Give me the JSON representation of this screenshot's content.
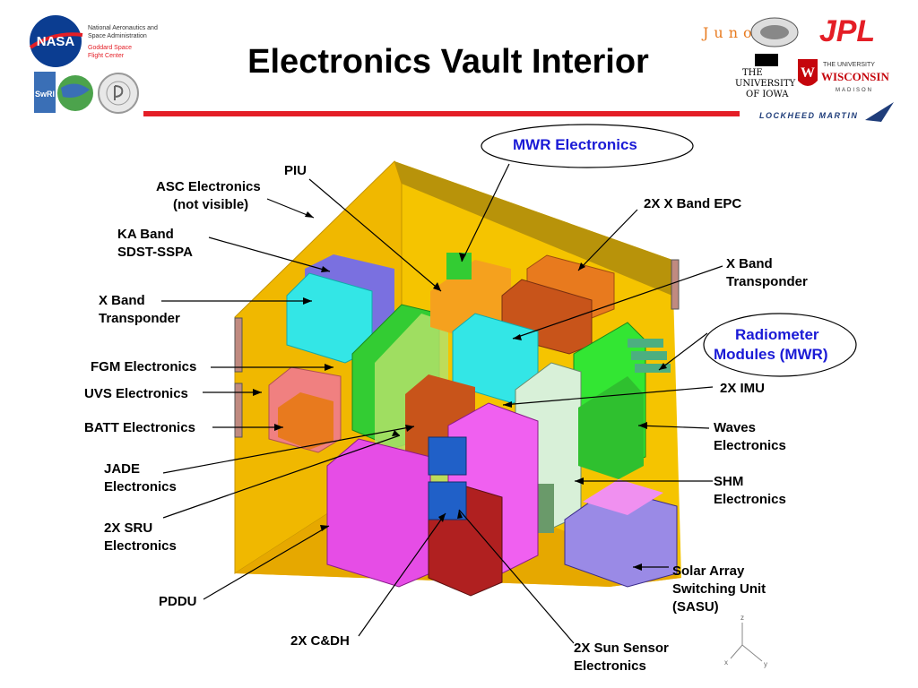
{
  "title": "Electronics Vault Interior",
  "logos": {
    "nasa_text": "NASA",
    "nasa_caption_1": "National Aeronautics and",
    "nasa_caption_2": "Space Administration",
    "goddard_1": "Goddard Space",
    "goddard_2": "Flight Center",
    "swri": "SwRI",
    "juno": "Juno",
    "jpl": "JPL",
    "iowa_1": "THE",
    "iowa_2": "UNIVERSITY",
    "iowa_3": "OF IOWA",
    "wisc_1": "THE UNIVERSITY",
    "wisc_2": "WISCONSIN",
    "wisc_3": "MADISON",
    "lockheed": "LOCKHEED MARTIN"
  },
  "labels": {
    "mwr_electronics": "MWR Electronics",
    "piu": "PIU",
    "asc_1": "ASC Electronics",
    "asc_2": "(not visible)",
    "x_band_epc": "2X X Band EPC",
    "ka_1": "KA Band",
    "ka_2": "SDST-SSPA",
    "xbt_right_1": "X Band",
    "xbt_right_2": "Transponder",
    "xbt_left_1": "X Band",
    "xbt_left_2": "Transponder",
    "radiometer_1": "Radiometer",
    "radiometer_2": "Modules (MWR)",
    "fgm": "FGM Electronics",
    "uvs": "UVS Electronics",
    "imu": "2X IMU",
    "batt": "BATT Electronics",
    "waves_1": "Waves",
    "waves_2": "Electronics",
    "jade_1": "JADE",
    "jade_2": "Electronics",
    "shm_1": "SHM",
    "shm_2": "Electronics",
    "sru_1": "2X SRU",
    "sru_2": "Electronics",
    "sasu_1": "Solar Array",
    "sasu_2": "Switching Unit",
    "sasu_3": "(SASU)",
    "pddu": "PDDU",
    "cdh": "2X C&DH",
    "sun_1": "2X Sun Sensor",
    "sun_2": "Electronics",
    "axis_z": "z",
    "axis_y": "y",
    "axis_x": "x"
  },
  "colors": {
    "vault": "#f5c400",
    "title_bar": "#e41e26",
    "callout_text": "#1a1ad6",
    "magenta": "#e64de6",
    "green": "#33cc33",
    "cyan": "#33e6e6",
    "orange": "#e87a1e",
    "dark_red": "#b02020",
    "blue": "#2060c8",
    "purple": "#7a70e0"
  }
}
